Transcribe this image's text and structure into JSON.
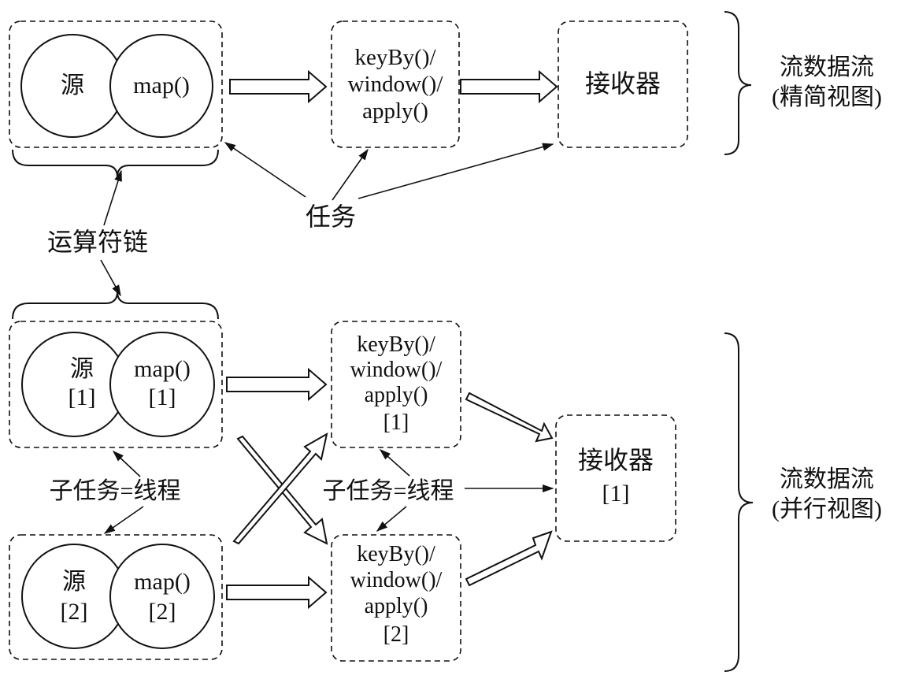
{
  "top_view": {
    "source": "源",
    "map": "map()",
    "keyby": [
      "keyBy()/",
      "window()/",
      "apply()"
    ],
    "sink": "接收器",
    "title_line1": "流数据流",
    "title_line2": "(精简视图)",
    "task_label": "任务"
  },
  "chain_label": "运算符链",
  "bottom_view": {
    "source1": [
      "源",
      "[1]"
    ],
    "map1": [
      "map()",
      "[1]"
    ],
    "source2": [
      "源",
      "[2]"
    ],
    "map2": [
      "map()",
      "[2]"
    ],
    "keyby1": [
      "keyBy()/",
      "window()/",
      "apply()",
      "[1]"
    ],
    "keyby2": [
      "keyBy()/",
      "window()/",
      "apply()",
      "[2]"
    ],
    "sink1": [
      "接收器",
      "[1]"
    ],
    "subtask_label_left": "子任务=线程",
    "subtask_label_middle": "子任务=线程",
    "title_line1": "流数据流",
    "title_line2": "(并行视图)"
  }
}
